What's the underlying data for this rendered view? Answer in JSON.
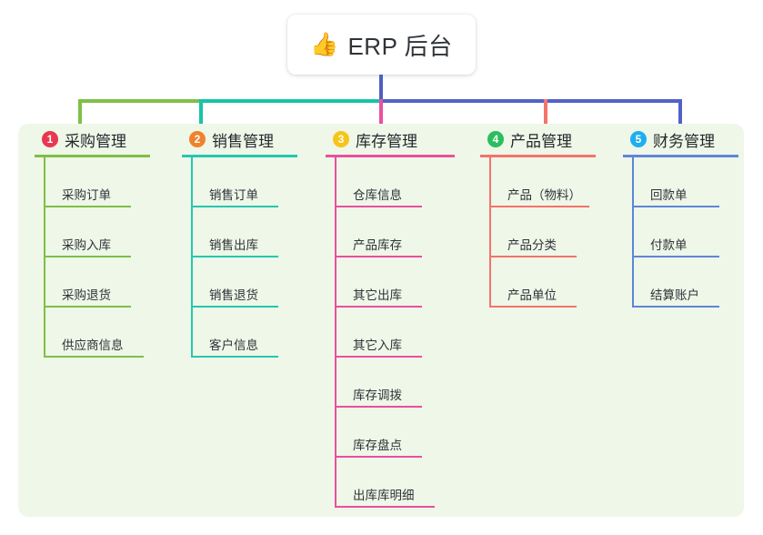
{
  "root": {
    "icon": "thumbs-up-icon",
    "icon_glyph": "👍",
    "title": "ERP 后台"
  },
  "theme": {
    "page_background": "#ffffff",
    "panel_background": "#eef7e8",
    "text_color": "#2f3338"
  },
  "connector": {
    "root_drop_color": "#4d5fc4",
    "segments": [
      {
        "name": "green-segment",
        "color": "#7fbf47"
      },
      {
        "name": "teal-segment",
        "color": "#17c4a8"
      },
      {
        "name": "blue-segment",
        "color": "#5162c6"
      }
    ]
  },
  "columns": [
    {
      "number": "1",
      "badge_color": "#e8384f",
      "line_color": "#7fbf47",
      "title": "采购管理",
      "items": [
        "采购订单",
        "采购入库",
        "采购退货",
        "供应商信息"
      ]
    },
    {
      "number": "2",
      "badge_color": "#f0822c",
      "line_color": "#26c6b0",
      "title": "销售管理",
      "items": [
        "销售订单",
        "销售出库",
        "销售退货",
        "客户信息"
      ]
    },
    {
      "number": "3",
      "badge_color": "#f5c518",
      "line_color": "#ea4fa0",
      "title": "库存管理",
      "items": [
        "仓库信息",
        "产品库存",
        "其它出库",
        "其它入库",
        "库存调拨",
        "库存盘点",
        "出库库明细"
      ]
    },
    {
      "number": "4",
      "badge_color": "#2bbe5c",
      "line_color": "#f4736b",
      "title": "产品管理",
      "items": [
        "产品（物料）",
        "产品分类",
        "产品单位"
      ]
    },
    {
      "number": "5",
      "badge_color": "#1faeee",
      "line_color": "#5f86d8",
      "title": "财务管理",
      "items": [
        "回款单",
        "付款单",
        "结算账户"
      ]
    }
  ]
}
